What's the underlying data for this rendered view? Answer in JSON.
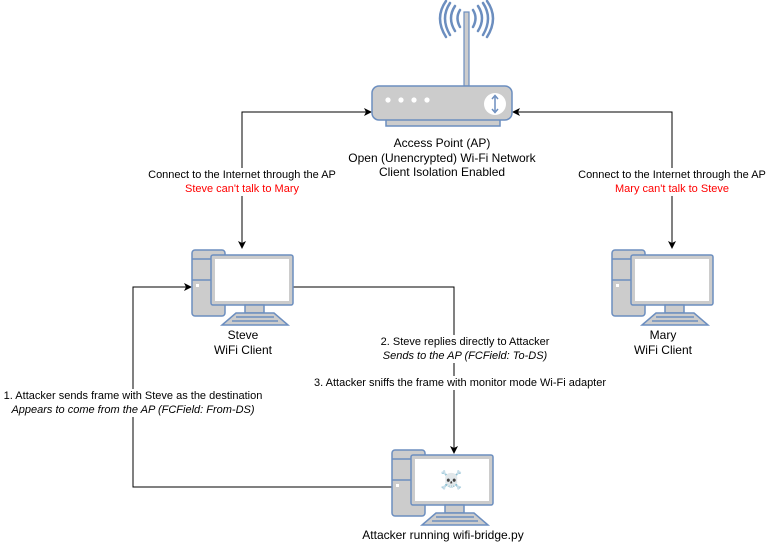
{
  "colors": {
    "device_fill": "#cccccc",
    "device_stroke": "#6c8ebf",
    "screen_fill": "#ffffff",
    "edge": "#000000",
    "warning_text": "#ff0000"
  },
  "nodes": {
    "ap": {
      "icon": "wireless-router-icon",
      "label_lines": [
        "Access Point (AP)",
        "Open (Unencrypted) Wi-Fi Network",
        "Client Isolation Enabled"
      ]
    },
    "steve": {
      "icon": "desktop-computer-icon",
      "label_lines": [
        "Steve",
        "WiFi Client"
      ]
    },
    "mary": {
      "icon": "desktop-computer-icon",
      "label_lines": [
        "Mary",
        "WiFi Client"
      ]
    },
    "attacker": {
      "icon": "desktop-computer-icon",
      "screen_icon": "skull-crossbones-icon",
      "screen_glyph": "☠️",
      "label": "Attacker running wifi-bridge.py"
    }
  },
  "edges": {
    "steve_ap": {
      "text": "Connect to the Internet through the AP",
      "note": "Steve can't talk to Mary"
    },
    "mary_ap": {
      "text": "Connect to the Internet through the AP",
      "note": "Mary can't talk to Steve"
    },
    "attacker_to_steve": {
      "text": "1. Attacker sends frame with Steve as the destination",
      "note": "Appears to come from the AP (FCField: From-DS)"
    },
    "steve_reply": {
      "text": "2. Steve replies directly to Attacker",
      "note": "Sends to the AP (FCField: To-DS)"
    },
    "attacker_sniff": {
      "text": "3. Attacker sniffs the frame with monitor mode Wi-Fi adapter"
    }
  }
}
